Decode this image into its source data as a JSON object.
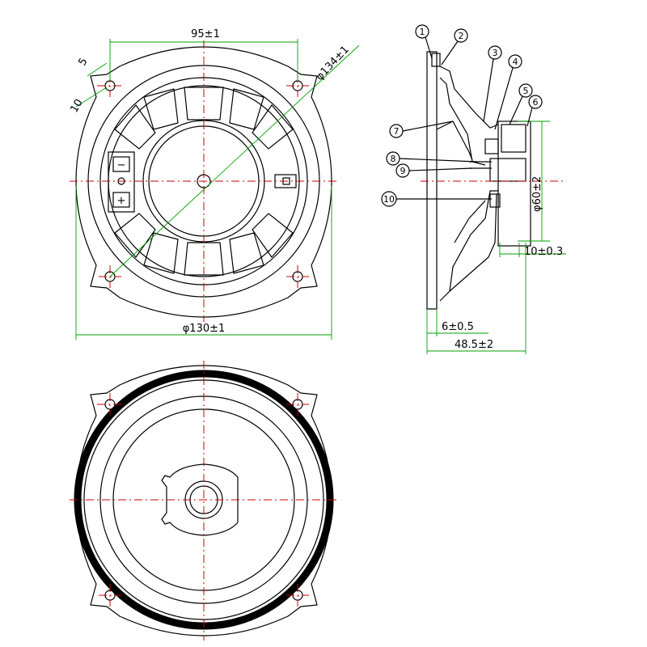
{
  "dimensions": {
    "width_95": "95±1",
    "diag_134": "φ134±1",
    "d5": "5",
    "d10": "10",
    "dia130": "φ130±1",
    "dia60": "φ60±2",
    "d10_03": "10±0.3",
    "d6_05": "6±0.5",
    "d48_5": "48.5±2"
  },
  "terminals": {
    "minus": "−",
    "plus": "+"
  },
  "callouts": [
    {
      "n": "1"
    },
    {
      "n": "2"
    },
    {
      "n": "3"
    },
    {
      "n": "4"
    },
    {
      "n": "5"
    },
    {
      "n": "6"
    },
    {
      "n": "7"
    },
    {
      "n": "8"
    },
    {
      "n": "9"
    },
    {
      "n": "10"
    }
  ],
  "colors": {
    "dimension": "#00a000",
    "centerline": "#cc0000",
    "outline": "#000000"
  }
}
